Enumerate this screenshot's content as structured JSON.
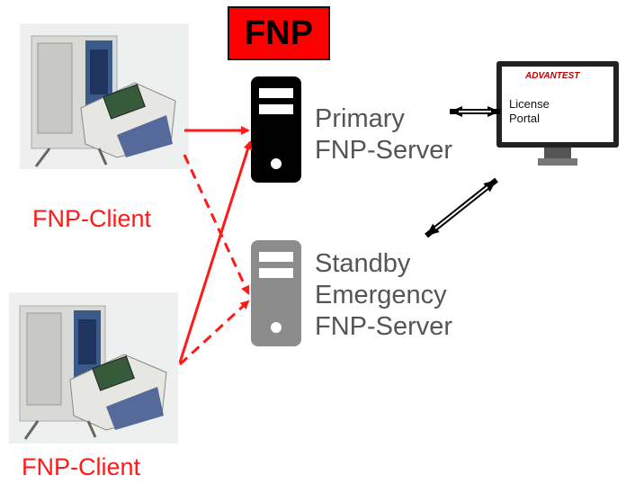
{
  "badge": {
    "label": "FNP"
  },
  "primary_server": {
    "line1": "Primary",
    "line2": "FNP-Server"
  },
  "standby_server": {
    "line1": "Standby",
    "line2": "Emergency",
    "line3": "FNP-Server"
  },
  "clients": [
    {
      "label": "FNP-Client"
    },
    {
      "label": "FNP-Client"
    }
  ],
  "portal": {
    "logo": "ADVANTEST",
    "line1": "License",
    "line2": "Portal"
  },
  "colors": {
    "arrow_red": "#ff1a1a",
    "primary_server": "#000000",
    "standby_server": "#8c8c8c",
    "badge_red": "#ff0000"
  },
  "icons": [
    "server-icon",
    "monitor-icon",
    "tester-machine-icon",
    "double-arrow-icon"
  ]
}
